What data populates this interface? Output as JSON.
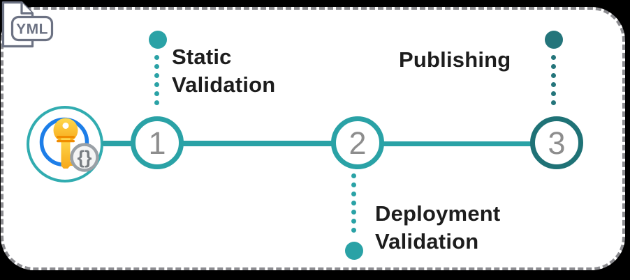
{
  "file_badge": {
    "label": "YML"
  },
  "source_icon": {
    "badge_text": "{}"
  },
  "steps": [
    {
      "number": "1",
      "label": "Static Validation",
      "pin_position": "above"
    },
    {
      "number": "2",
      "label": "Deployment Validation",
      "pin_position": "below"
    },
    {
      "number": "3",
      "label": "Publishing",
      "pin_position": "above"
    }
  ],
  "colors": {
    "teal": "#2AA2A6",
    "dark_teal": "#1F7276",
    "key_ring_blue": "#1D7EE8",
    "key_gold_light": "#FFD94F",
    "key_gold_dark": "#F7A818",
    "number_gray": "#8d8d8d",
    "border_gray": "#8c8c90",
    "icon_gray": "#6C7283",
    "label_black": "#1d1d1d",
    "background": "#000000"
  }
}
